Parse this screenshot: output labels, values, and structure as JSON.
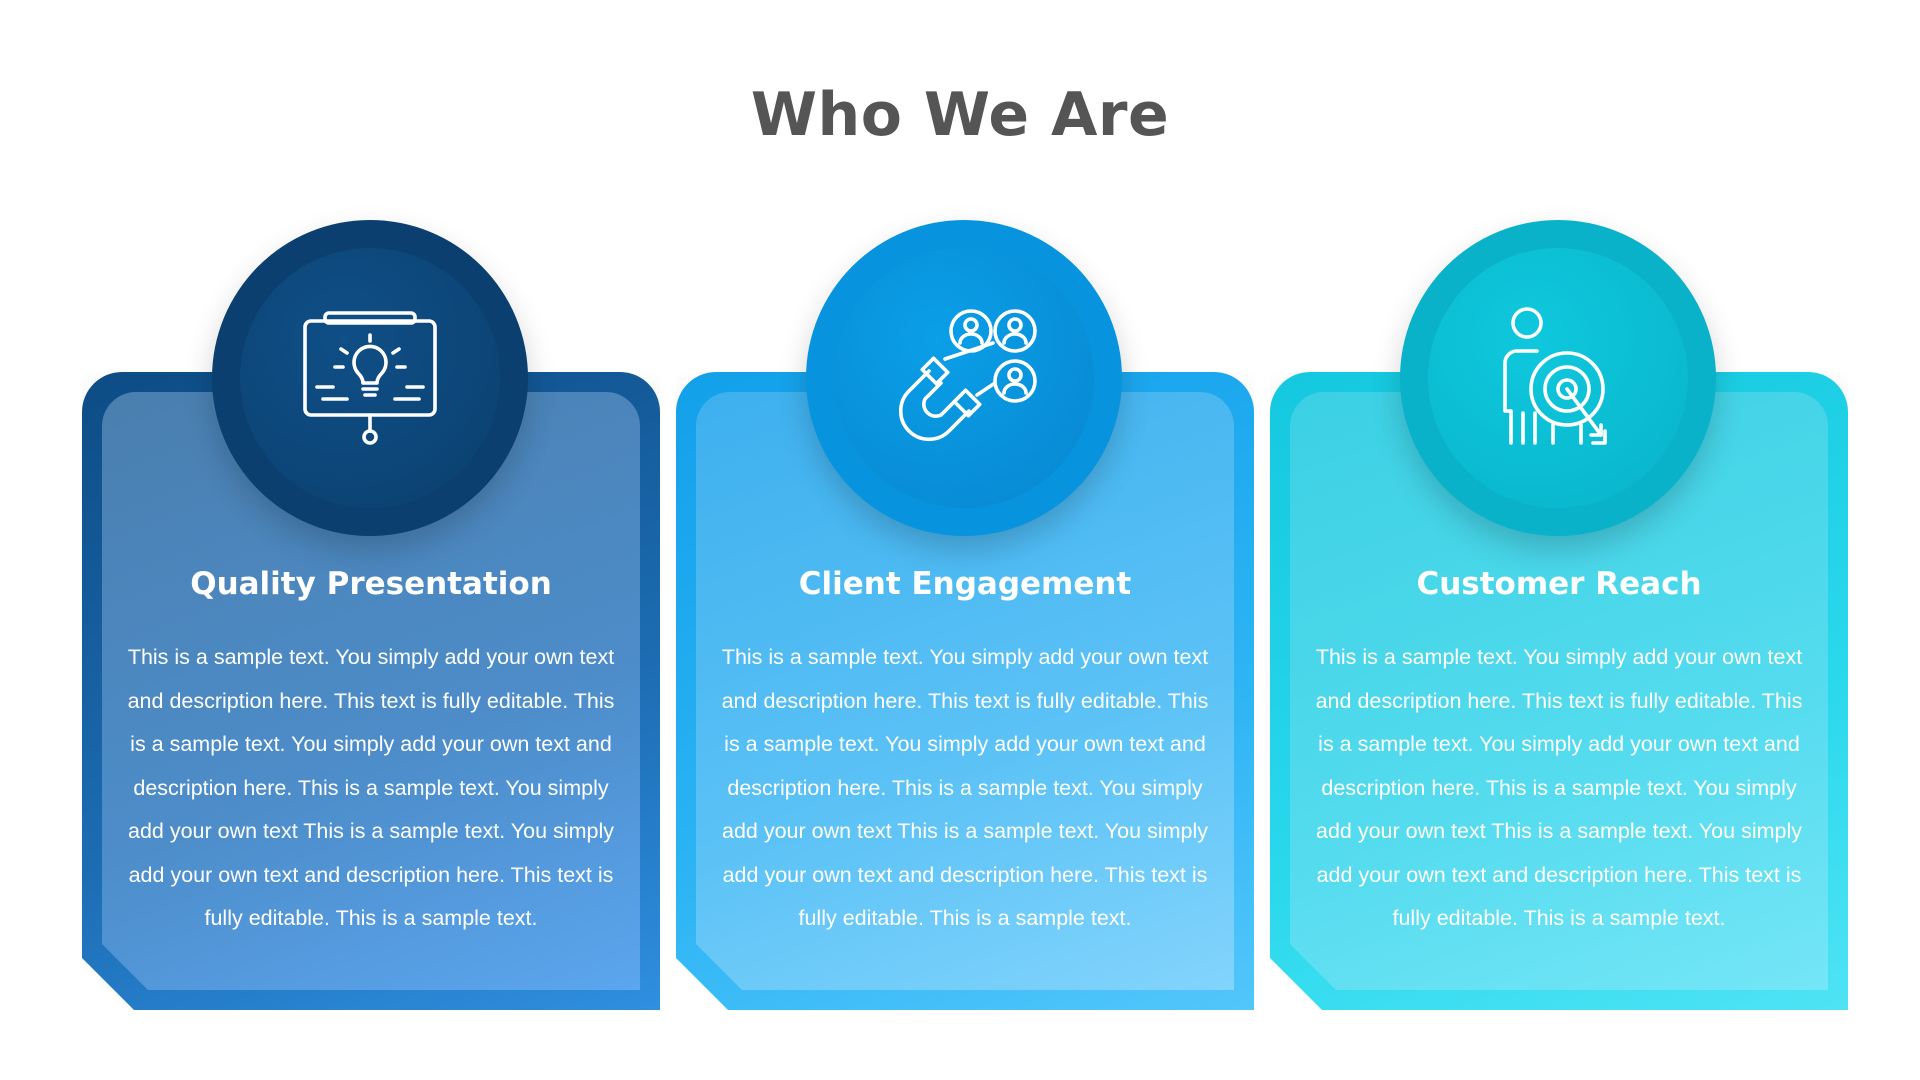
{
  "title": "Who We Are",
  "cards": [
    {
      "icon": "presentation-lightbulb-icon",
      "title": "Quality Presentation",
      "text": "This is a sample text. You simply add your own text and description here. This text is fully editable. This is a sample text. You simply add your own text and description here. This is a sample text. You simply add your own text This is a sample text. You simply add your own text and description here. This text is fully editable. This is a sample text.",
      "color": "#0b3f6f"
    },
    {
      "icon": "magnet-users-icon",
      "title": "Client Engagement",
      "text": "This is a sample text. You simply add your own text and description here. This text is fully editable. This is a sample text. You simply add your own text and description here. This is a sample text. You simply add your own text This is a sample text. You simply add your own text and description here. This text is fully editable. This is a sample text.",
      "color": "#0893de"
    },
    {
      "icon": "person-target-icon",
      "title": "Customer Reach",
      "text": "This is a sample text. You simply add your own text and description here. This text is fully editable. This is a sample text. You simply add your own text and description here. This is a sample text. You simply add your own text This is a sample text. You simply add your own text and description here. This text is fully editable. This is a sample text.",
      "color": "#09b2c8"
    }
  ]
}
